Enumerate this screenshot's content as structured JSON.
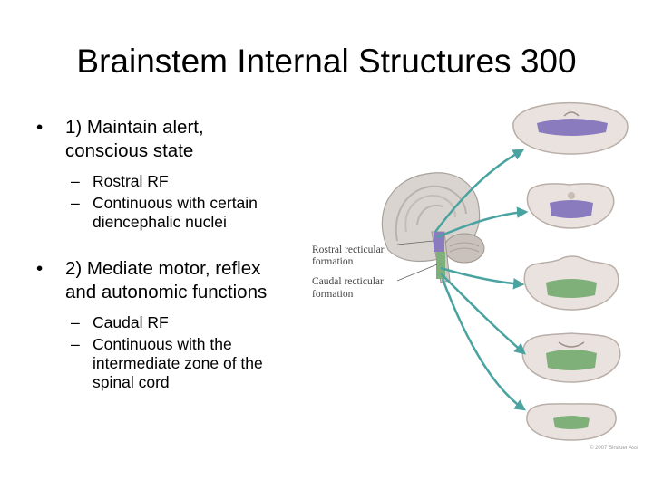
{
  "slide": {
    "title": "Brainstem Internal Structures 300",
    "bullets": [
      {
        "text_line1": "1) Maintain alert,",
        "text_line2": "conscious state",
        "subs": [
          {
            "lines": [
              "Rostral RF"
            ]
          },
          {
            "lines": [
              "Continuous with certain",
              "diencephalic nuclei"
            ]
          }
        ]
      },
      {
        "text_line1": "2) Mediate motor, reflex",
        "text_line2": "and autonomic functions",
        "subs": [
          {
            "lines": [
              "Caudal RF"
            ]
          },
          {
            "lines": [
              "Continuous with the",
              "intermediate zone of the",
              "spinal cord"
            ]
          }
        ]
      }
    ],
    "bullet_glyph": "•",
    "dash_glyph": "–"
  },
  "figure": {
    "rostral_label": [
      "Rostral recticular",
      "formation"
    ],
    "caudal_label": [
      "Caudal recticular",
      "formation"
    ],
    "copyright": "© 2007 Sinauer Ass",
    "colors": {
      "rostral_highlight": "#8a7bbf",
      "caudal_highlight": "#7fb07a",
      "arrow": "#4aa3a0",
      "section_fill": "#e9e2de"
    }
  }
}
